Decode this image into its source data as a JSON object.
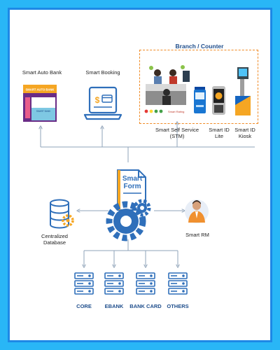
{
  "branch": {
    "title": "Branch / Counter",
    "rating_label": "Smart Rating",
    "stm_label_1": "Smart Self Service",
    "stm_label_2": "(STM)",
    "idlite_label_1": "Smart ID",
    "idlite_label_2": "Lite",
    "kiosk_label_1": "Smart ID",
    "kiosk_label_2": "Kiosk"
  },
  "channels": {
    "auto_bank_label": "Smart Auto Bank",
    "auto_bank_banner": "SMART AUTO BANK",
    "auto_bank_sub": "SMART BANK",
    "booking_label": "Smart Booking",
    "booking_symbol": "$"
  },
  "center": {
    "form_title_1": "Smart",
    "form_title_2": "Form"
  },
  "side": {
    "db_label_1": "Centralized",
    "db_label_2": "Database",
    "rm_label": "Smart RM"
  },
  "backends": [
    {
      "label": "CORE"
    },
    {
      "label": "EBANK"
    },
    {
      "label": "BANK CARD"
    },
    {
      "label": "OTHERS"
    }
  ],
  "colors": {
    "frame": "#29b6f6",
    "accent_blue": "#2f6fba",
    "dark_blue": "#1f4e8c",
    "orange": "#f08a24",
    "arrow": "#8fa3b8"
  }
}
